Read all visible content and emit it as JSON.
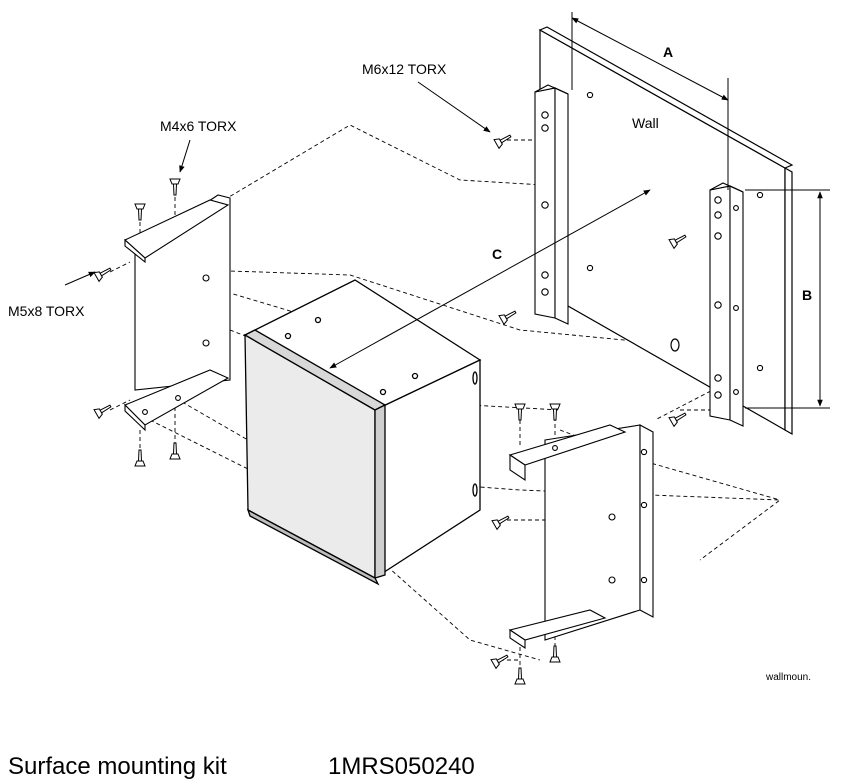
{
  "labels": {
    "m6x12": "M6x12 TORX",
    "m4x6": "M4x6 TORX",
    "m5x8": "M5x8 TORX",
    "wall": "Wall",
    "dim_a": "A",
    "dim_b": "B",
    "dim_c": "C",
    "file_tag": "wallmoun."
  },
  "caption": {
    "title": "Surface mounting kit",
    "code": "1MRS050240"
  }
}
